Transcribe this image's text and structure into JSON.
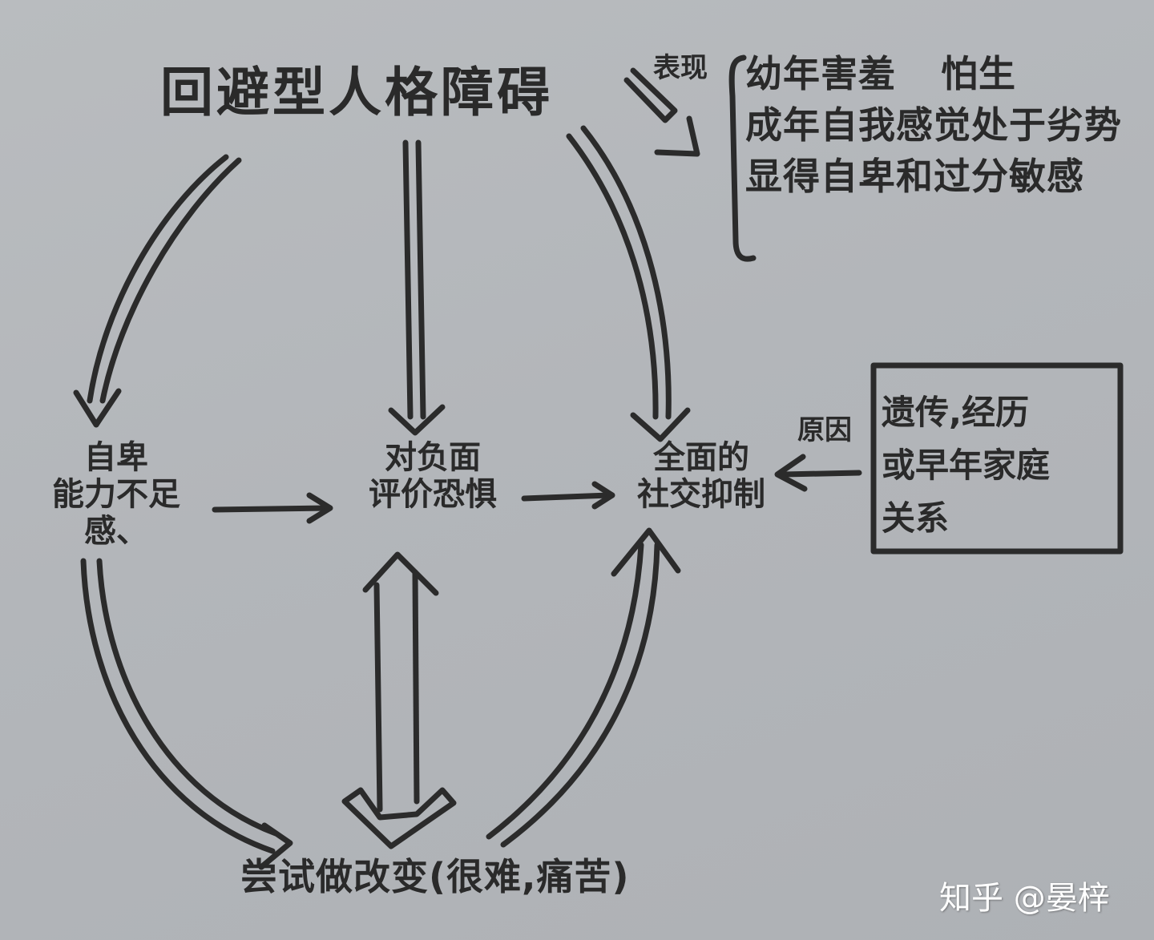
{
  "diagram": {
    "title": "回避型人格障碍",
    "expression_label": "表现",
    "symptoms": {
      "lines": [
        "幼年害羞",
        "成年自我感觉处于劣势",
        "显得自卑和过分敏感"
      ],
      "note": "怕生"
    },
    "nodes": {
      "left": {
        "line1": "自卑",
        "line2": "能力不足感、"
      },
      "middle": {
        "line1": "对负面",
        "line2": "评价恐惧"
      },
      "right": {
        "line1": "全面的",
        "line2": "社交抑制"
      },
      "bottom": "尝试做改变(很难,痛苦)"
    },
    "cause": {
      "label": "原因",
      "box_lines": [
        "遗传,经历",
        "或早年家庭",
        "关系"
      ]
    },
    "edges": [
      {
        "from": "title",
        "to": "symptoms",
        "label": "表现"
      },
      {
        "from": "title",
        "to": "left"
      },
      {
        "from": "title",
        "to": "middle"
      },
      {
        "from": "title",
        "to": "right"
      },
      {
        "from": "left",
        "to": "middle"
      },
      {
        "from": "middle",
        "to": "right"
      },
      {
        "from": "cause",
        "to": "right",
        "label": "原因"
      },
      {
        "from": "left",
        "to": "bottom"
      },
      {
        "from": "middle",
        "to": "bottom",
        "bidirectional": true
      },
      {
        "from": "bottom",
        "to": "right"
      }
    ],
    "colors": {
      "paper": "#b5b8bc",
      "ink": "#2b2b2b",
      "watermark": "#ffffff"
    }
  },
  "watermark": "知乎 @晏梓"
}
